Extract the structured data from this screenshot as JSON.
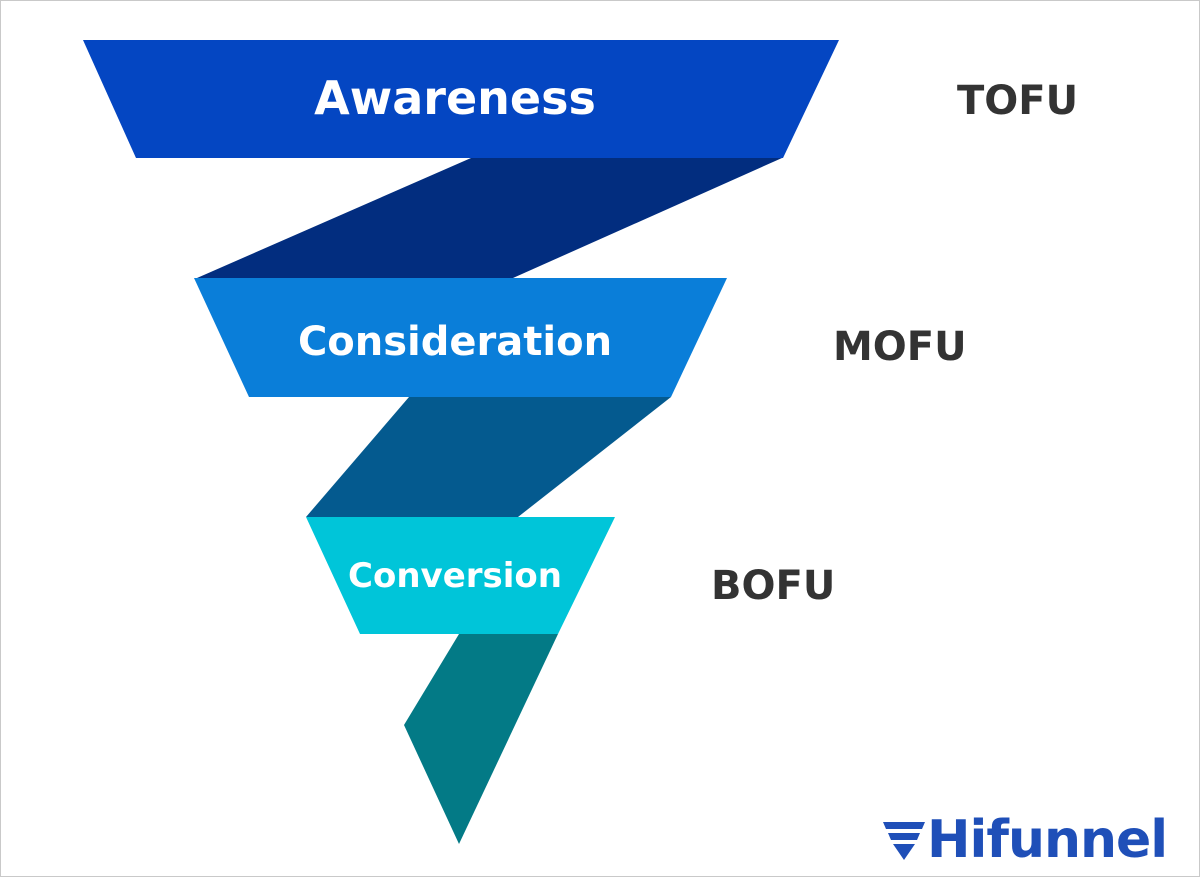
{
  "stages": [
    {
      "label": "Awareness",
      "level": "TOFU",
      "color": "#0446c2"
    },
    {
      "label": "Consideration",
      "level": "MOFU",
      "color": "#0a7ed9"
    },
    {
      "label": "Conversion",
      "level": "BOFU",
      "color": "#00c5d9"
    }
  ],
  "connector_colors": [
    "#022d7f",
    "#045a8f",
    "#037a86"
  ],
  "logo": {
    "text": "Hifunnel",
    "icon": "funnel-lines-icon",
    "color": "#1f4fb8"
  }
}
